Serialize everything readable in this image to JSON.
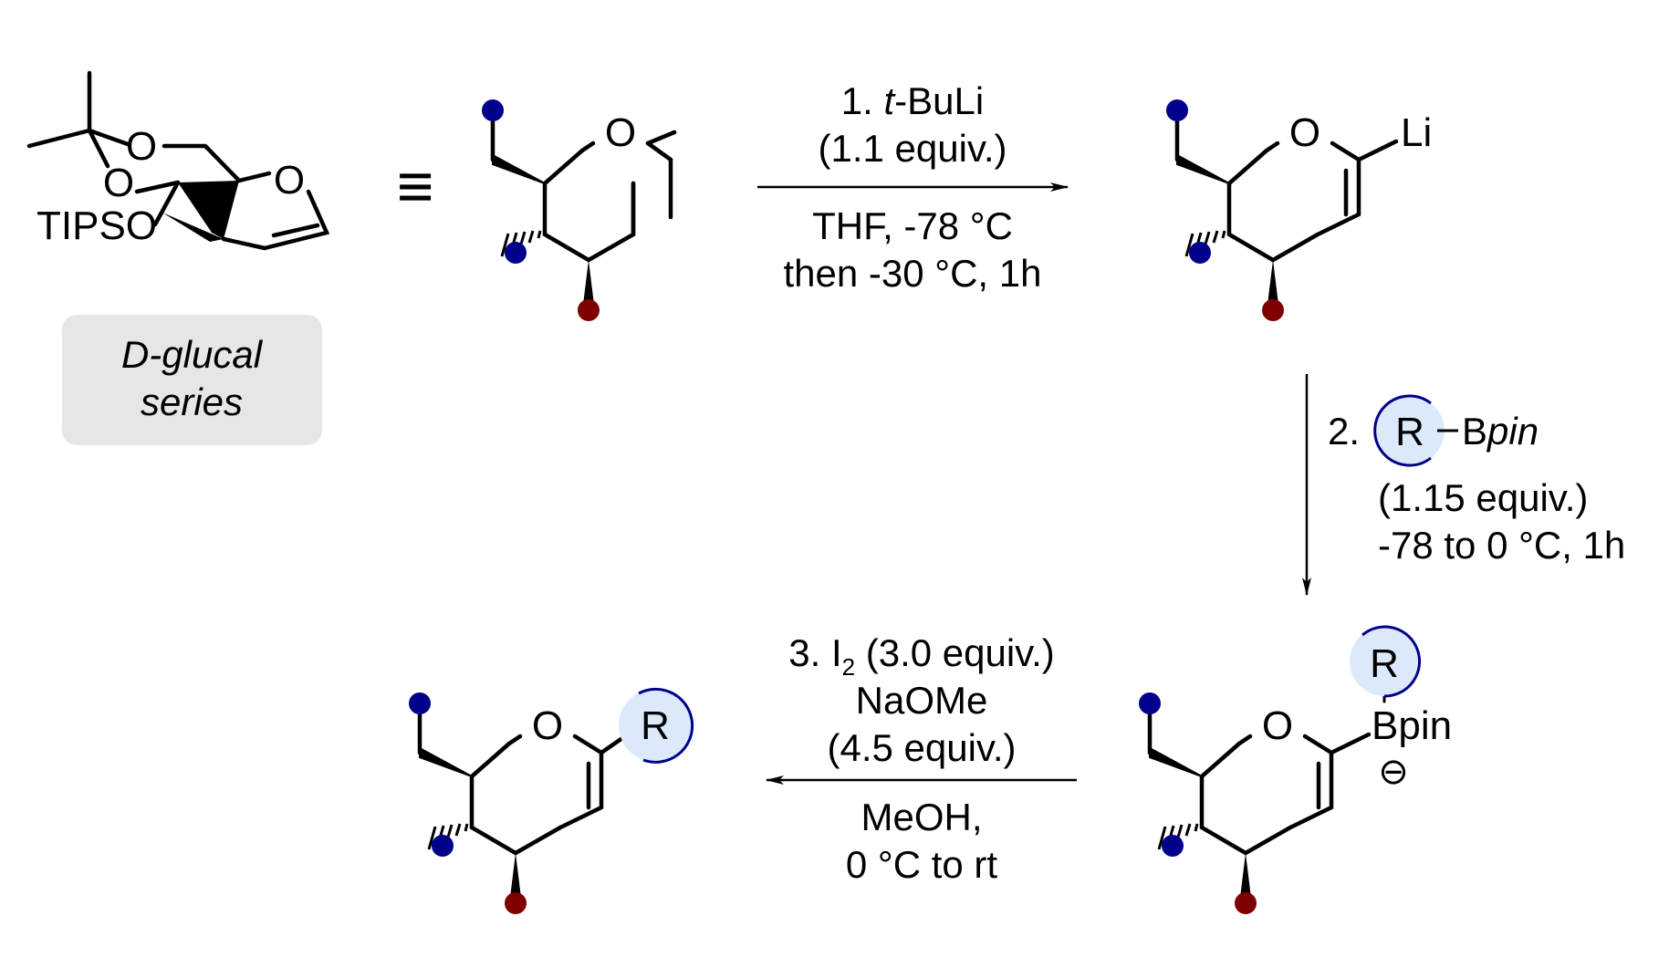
{
  "colors": {
    "blue_dot": "#00008b",
    "red_dot": "#7f0000",
    "r_fill": "#dce9fa",
    "r_arc": "#00008b",
    "series_box": "#e6e6e6"
  },
  "series_label": [
    "D-glucal",
    "series"
  ],
  "equivalence_symbol": "≡",
  "atoms": {
    "O": "O",
    "Li": "Li",
    "R": "R",
    "Bpin": "Bpin",
    "TIPSO": "TIPSO",
    "charge": "⊖"
  },
  "step1": {
    "number": "1.",
    "reagent_italic": "t",
    "reagent": "-BuLi",
    "equiv": "(1.1 equiv.)",
    "conditions": [
      "THF, -78 °C",
      "then -30 °C, 1h"
    ]
  },
  "step2": {
    "number": "2.",
    "reagent_italic": "pin",
    "reagent_prefix": "B",
    "equiv": "(1.15 equiv.)",
    "conditions": "-78 to 0 °C, 1h"
  },
  "step3": {
    "number": "3.",
    "reagent_main": "I",
    "reagent_sub": "2",
    "reagent_equiv": "(3.0 equiv.)",
    "base": "NaOMe",
    "base_equiv": "(4.5 equiv.)",
    "conditions": [
      "MeOH,",
      "0 °C to rt"
    ]
  }
}
